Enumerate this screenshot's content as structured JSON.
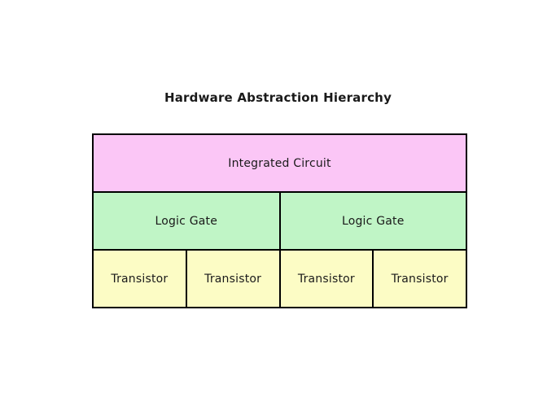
{
  "title": "Hardware Abstraction Hierarchy",
  "colors": {
    "background": "#ffffff",
    "border": "#000000",
    "integrated_circuit": "#fbc6f6",
    "logic_gate": "#c0f5c6",
    "transistor": "#fcfcc5"
  },
  "hierarchy": {
    "level1": [
      {
        "label": "Integrated Circuit"
      }
    ],
    "level2": [
      {
        "label": "Logic Gate"
      },
      {
        "label": "Logic Gate"
      }
    ],
    "level3": [
      {
        "label": "Transistor"
      },
      {
        "label": "Transistor"
      },
      {
        "label": "Transistor"
      },
      {
        "label": "Transistor"
      }
    ]
  }
}
